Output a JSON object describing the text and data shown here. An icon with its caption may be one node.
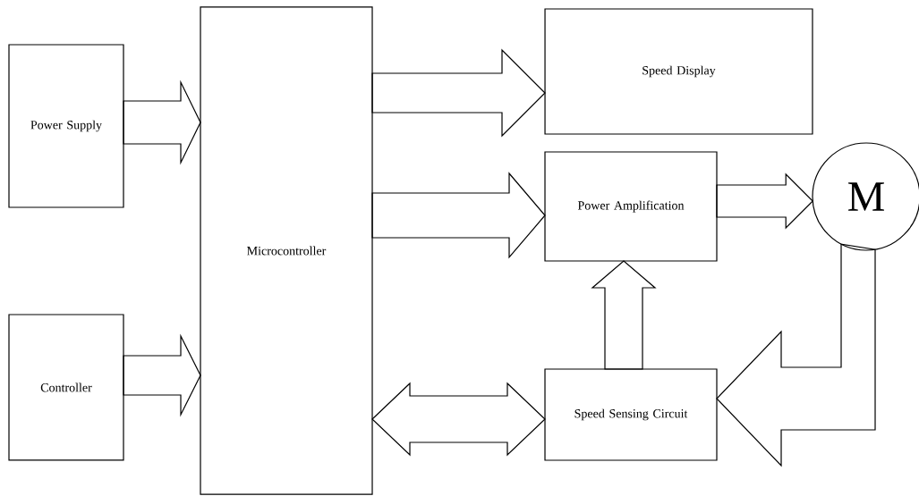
{
  "diagram": {
    "nodes": [
      {
        "text": [
          "Power Supply"
        ]
      },
      {
        "text": [
          "Controller"
        ]
      },
      {
        "text": [
          "Microcontroller"
        ]
      },
      {
        "text": [
          "Speed Display"
        ]
      },
      {
        "text": [
          "Power Amplification"
        ]
      },
      {
        "text": [
          "M"
        ]
      },
      {
        "text": [
          "Speed Sensing Circuit"
        ]
      }
    ],
    "edges": [
      {
        "from": 0,
        "to": 2,
        "arrow": "to"
      },
      {
        "from": 1,
        "to": 2,
        "arrow": "to"
      },
      {
        "from": 2,
        "to": 3,
        "arrow": "to"
      },
      {
        "from": 2,
        "to": 4,
        "arrow": "to"
      },
      {
        "from": 4,
        "to": 5,
        "arrow": "to"
      },
      {
        "from": 6,
        "to": 4,
        "arrow": "to"
      },
      {
        "from": 2,
        "to": 6,
        "arrow": "both"
      },
      {
        "from": 5,
        "to": 6,
        "arrow": "to"
      }
    ]
  }
}
